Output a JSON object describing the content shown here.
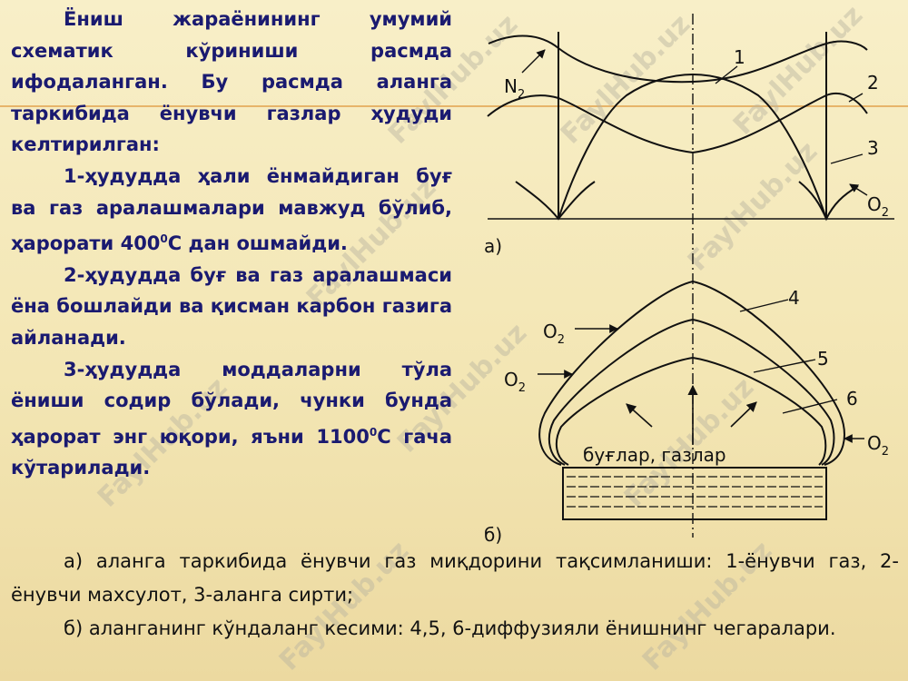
{
  "body_text": {
    "p1": "Ёниш жараёнининг умумий схематик кўриниши расмда ифодаланган. Бу расмда аланга таркибида ёнувчи газлар ҳудуди келтирилган:",
    "p2": "1-ҳудудда ҳали ёнмайдиган буғ ва газ аралашмалари мавжуд бўлиб, ҳарорати 400",
    "p2_sup": "0",
    "p2_end": "С дан ошмайди.",
    "p3": "2-ҳудудда буғ ва газ аралашмаси ёна бошлайди ва қисман карбон газига айланади.",
    "p4": "3-ҳудудда моддаларни тўла ёниши содир бўлади, чунки бунда ҳарорат энг юқори, яъни 1100",
    "p4_sup": "0",
    "p4_end": "С гача кўтарилади."
  },
  "figure_a": {
    "caption_letter": "а)",
    "label_n2": "N",
    "label_n2_sub": "2",
    "label_o2": "O",
    "label_o2_sub": "2",
    "curve_labels": [
      "1",
      "2",
      "3"
    ]
  },
  "figure_b": {
    "caption_letter": "б)",
    "label_o2": "O",
    "label_o2_sub": "2",
    "curve_labels": [
      "4",
      "5",
      "6"
    ],
    "vapors_label": "буғлар, газлар"
  },
  "captions": {
    "a": "а) аланга таркибида ёнувчи газ миқдорини тақсимланиши: 1-ёнувчи газ, 2-ёнувчи махсулот, 3-аланга сирти;",
    "b": "б) аланганинг кўндаланг кесими: 4,5, 6-диффузияли ёнишнинг чегаралари."
  },
  "watermark": "FaylHub.uz",
  "colors": {
    "heading_text": "#1a1a70",
    "accent_line": "#e7b46a",
    "background": "#f5eac0"
  }
}
